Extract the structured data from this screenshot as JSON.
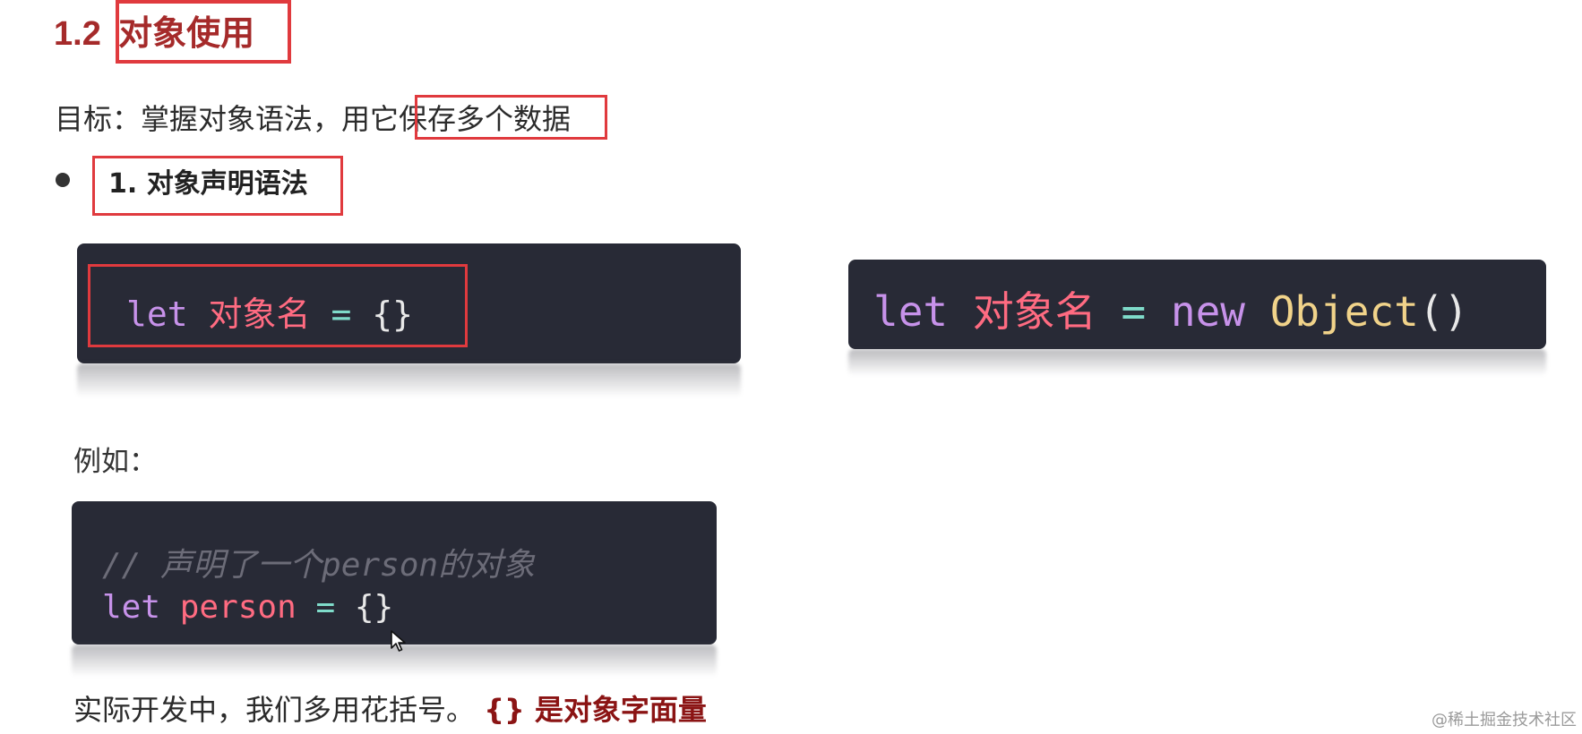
{
  "heading": {
    "number": "1.2",
    "title": "对象使用"
  },
  "goal": {
    "prefix": "目标：掌握对象语法，用它",
    "highlight": "保存多个数据"
  },
  "bullet": {
    "text": "1. 对象声明语法"
  },
  "code_literal": {
    "kw": "let",
    "name": "对象名",
    "op": "=",
    "value": "{}"
  },
  "code_constructor": {
    "kw": "let",
    "name": "对象名",
    "op": "=",
    "new_kw": "new",
    "class_name": "Object",
    "parens": "()"
  },
  "example_label": "例如：",
  "code_example": {
    "comment": "// 声明了一个person的对象",
    "kw": "let",
    "name": "person",
    "op": "=",
    "value": "{}"
  },
  "footer": {
    "text": "实际开发中，我们多用花括号。",
    "highlight": "{} 是对象字面量"
  },
  "watermark": "@稀土掘金技术社区",
  "colors": {
    "heading": "#a52a2a",
    "box": "#e03a3e",
    "code_bg": "#282a36"
  }
}
